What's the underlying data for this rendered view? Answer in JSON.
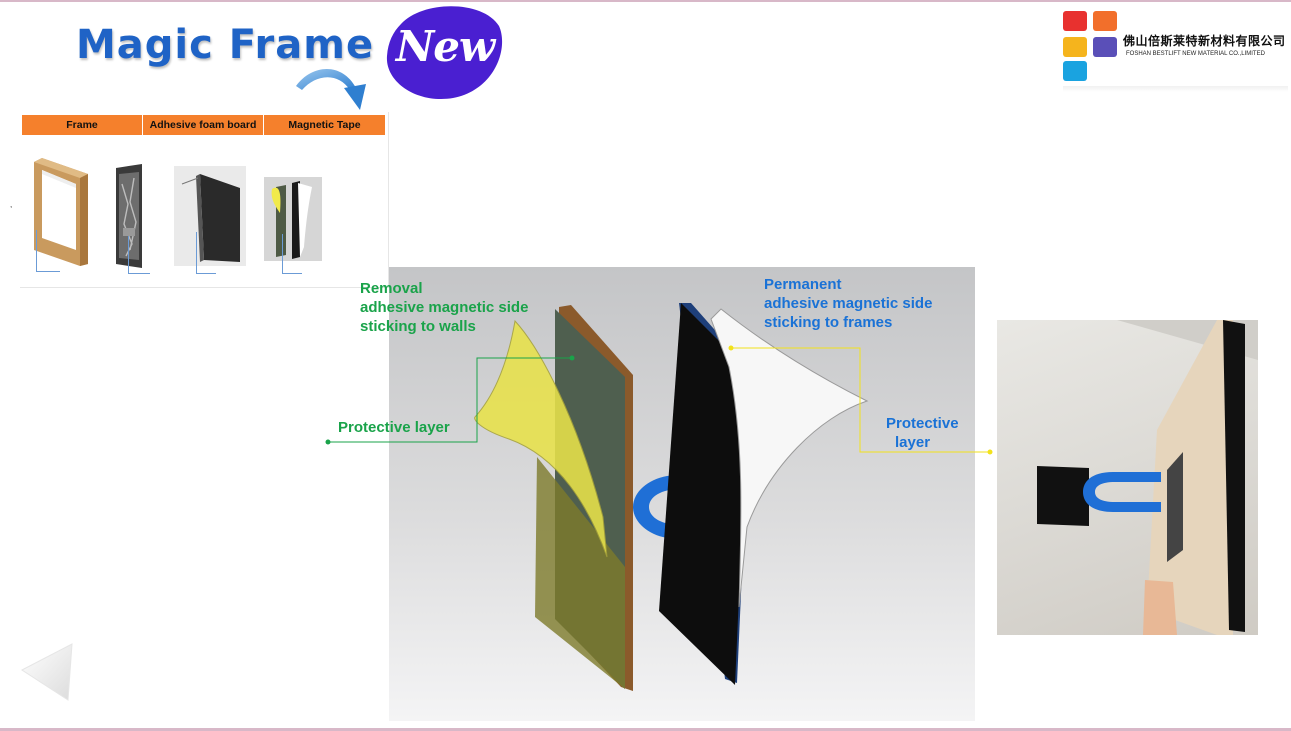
{
  "slide": {
    "title": "Magic Frame",
    "badge": "New",
    "stray_mark": ","
  },
  "logo": {
    "company_cn": "佛山倍斯莱特新材料有限公司",
    "company_en": "FOSHAN BESTLIFT NEW MATERIAL CO.,LIMITED",
    "colors": [
      "#e8312f",
      "#f26f2b",
      "#f5b41d",
      "#5a4fb8",
      "#1aa3e0"
    ]
  },
  "components": {
    "headers": [
      "Frame",
      "Adhesive foam board",
      "Magnetic Tape"
    ],
    "thumbnails": [
      "wooden-frame",
      "photo-print",
      "black-foam-board",
      "magnetic-tape-layers"
    ]
  },
  "diagram": {
    "left_title": [
      "Removal",
      "adhesive magnetic side",
      "sticking to walls"
    ],
    "left_protective": "Protective layer",
    "right_title": [
      "Permanent",
      "adhesive magnetic side",
      "sticking to frames"
    ],
    "right_protective": [
      "Protective",
      "layer"
    ],
    "icons": [
      "magnet-icon"
    ],
    "colors": {
      "green": "#1aa34a",
      "blue": "#1a72d6",
      "yellow_line": "#f2e21b",
      "magnet": "#1f6fd6"
    }
  },
  "navigation": {
    "prev": "previous-slide"
  }
}
